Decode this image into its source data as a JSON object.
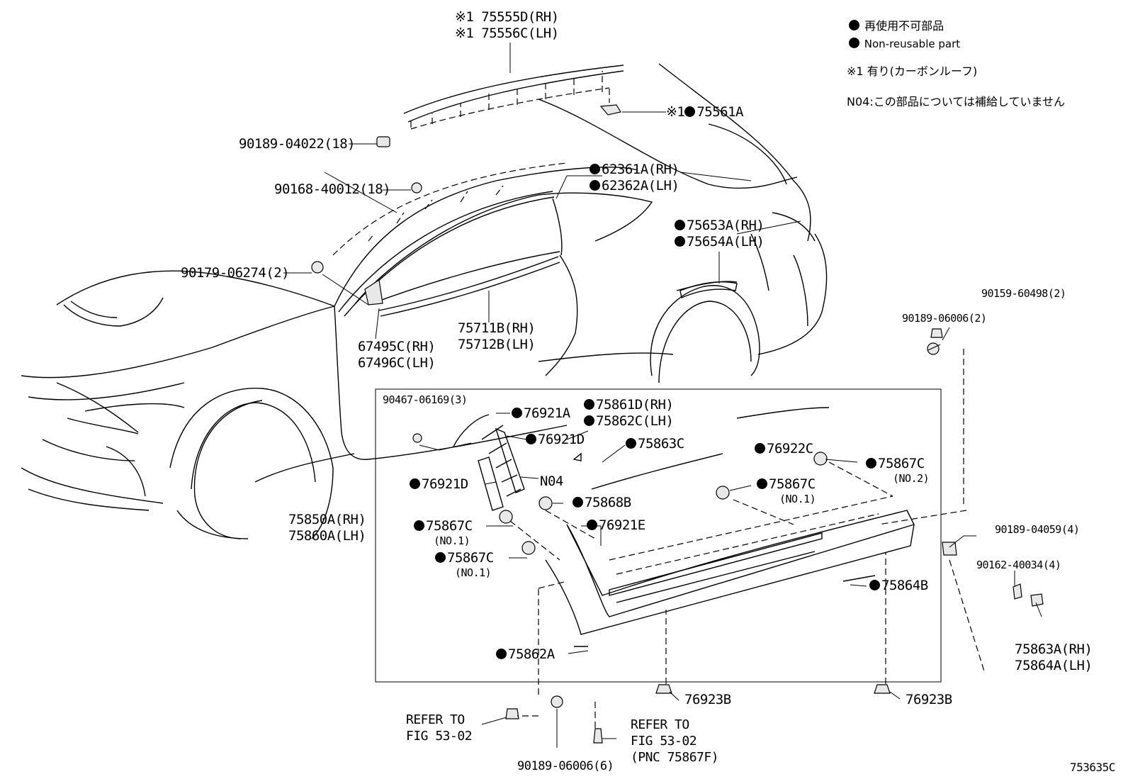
{
  "legend": {
    "non_reusable_ja": "再使用不可部品",
    "non_reusable_en": "Non-reusable part",
    "note_1": "※1 有り(カーボンルーフ)",
    "note_n04": "N04:この部品については補給していません"
  },
  "parts": {
    "p75555D": "※1 75555D(RH)",
    "p75556C": "※1 75556C(LH)",
    "p75561A_prefix": "※1",
    "p75561A": "75561A",
    "p90189_04022": "90189-04022(18)",
    "p90168_40012": "90168-40012(18)",
    "p62361A": "62361A(RH)",
    "p62362A": "62362A(LH)",
    "p75653A": "75653A(RH)",
    "p75654A": "75654A(LH)",
    "p90179_06274": "90179-06274(2)",
    "p67495C": "67495C(RH)",
    "p67496C": "67496C(LH)",
    "p75711B": "75711B(RH)",
    "p75712B": "75712B(LH)",
    "p90159_60498": "90159-60498(2)",
    "p90189_06006_2": "90189-06006(2)",
    "p90467_06169": "90467-06169(3)",
    "p76921A": "76921A",
    "p75861D": "75861D(RH)",
    "p75862C": "75862C(LH)",
    "p76921D_a": "76921D",
    "p75863C": "75863C",
    "p76922C": "76922C",
    "p75867C_no2": "75867C",
    "no2": "(NO.2)",
    "p76921D_b": "76921D",
    "n04": "N04",
    "p75867C_no1_right": "75867C",
    "no1_right": "(NO.1)",
    "p75868B": "75868B",
    "p76921E": "76921E",
    "p75850A": "75850A(RH)",
    "p75860A": "75860A(LH)",
    "p75867C_no1_a": "75867C",
    "no1_a": "(NO.1)",
    "p75867C_no1_b": "75867C",
    "no1_b": "(NO.1)",
    "p90189_04059": "90189-04059(4)",
    "p90162_40034": "90162-40034(4)",
    "p75864B": "75864B",
    "p75863A": "75863A(RH)",
    "p75864A": "75864A(LH)",
    "p75862A": "75862A",
    "p76923B_a": "76923B",
    "p76923B_b": "76923B",
    "refer_1_line1": "REFER TO",
    "refer_1_line2": "FIG 53-02",
    "refer_2_line1": "REFER TO",
    "refer_2_line2": "FIG 53-02",
    "refer_2_line3": "(PNC 75867F)",
    "p90189_06006_6": "90189-06006(6)"
  },
  "figure_id": "753635C"
}
